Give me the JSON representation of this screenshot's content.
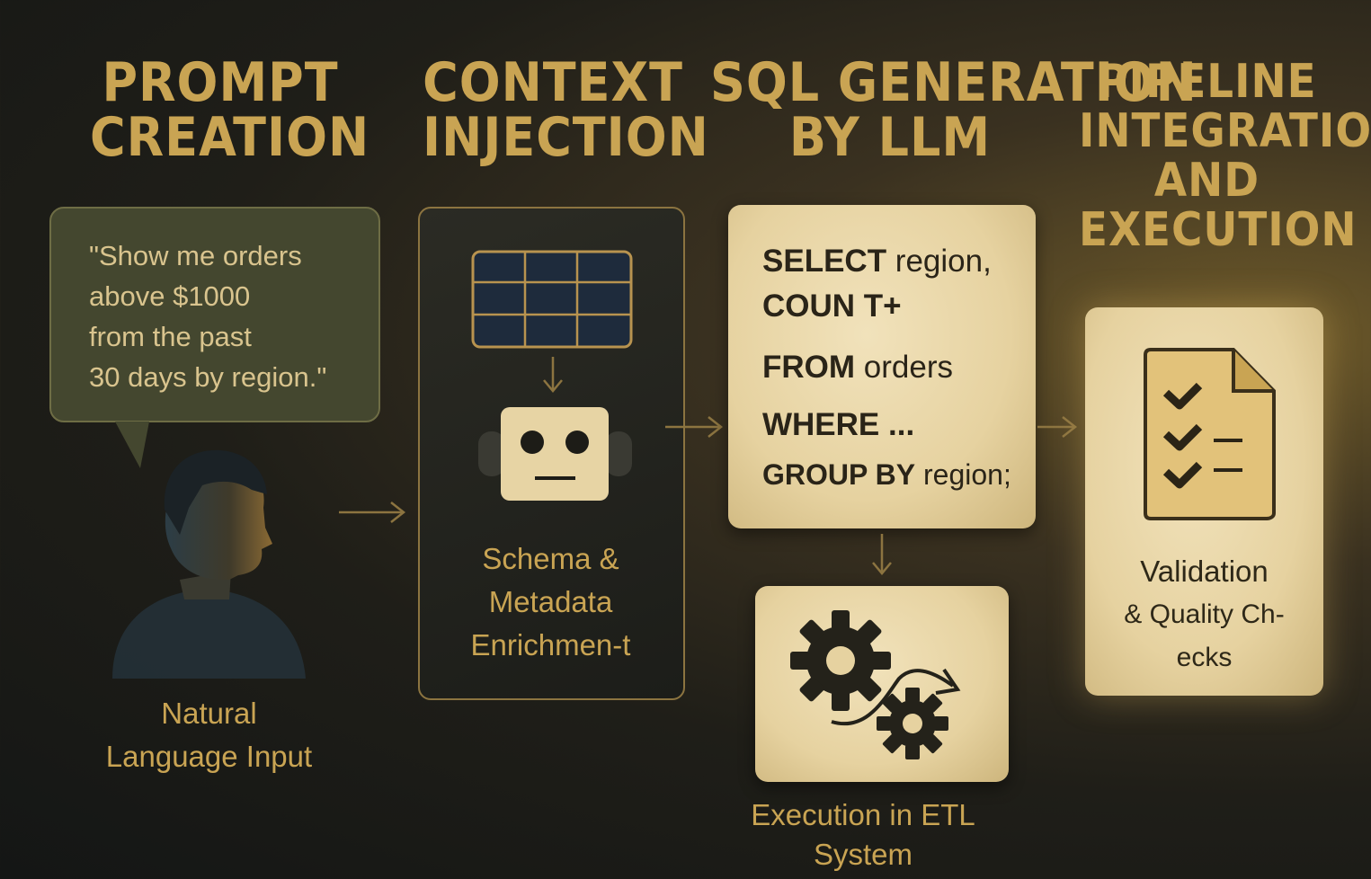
{
  "stages": [
    {
      "heading": [
        "PROMPT",
        "CREATION"
      ]
    },
    {
      "heading": [
        "CONTEXT",
        "INJECTION"
      ]
    },
    {
      "heading": [
        "SQL GENERATION",
        "BY LLM"
      ]
    },
    {
      "heading": [
        "PIPELINE",
        "INTEGRATION",
        "AND",
        "EXECUTION"
      ]
    }
  ],
  "prompt_bubble": {
    "lines": [
      "\"Show me orders",
      "above $1000",
      "from the past",
      "30 days by region.\""
    ]
  },
  "user_label": [
    "Natural",
    "Language  Input"
  ],
  "context_label": [
    "Schema &",
    "Metadata",
    "Enrichmen-t"
  ],
  "sql_card": {
    "lines": [
      {
        "kw": "SELECT",
        "rest": " region,"
      },
      {
        "kw": "COUN T+",
        "rest": ""
      },
      {
        "kw": "FROM",
        "rest": " orders"
      },
      {
        "kw": "WHERE ...",
        "rest": ""
      },
      {
        "kw": "GROUP BY",
        "rest": " region;"
      }
    ]
  },
  "execution_label": [
    "Execution in ETL",
    "System"
  ],
  "validation_label": [
    "Validation",
    "& Quality Ch-",
    "ecks"
  ],
  "icons": [
    "person-silhouette",
    "table-grid",
    "robot-face",
    "gears",
    "checklist-document",
    "arrow"
  ],
  "colors": {
    "accent": "#c9a453",
    "paper": "#e9d6a6",
    "dark": "#1a1b17"
  }
}
